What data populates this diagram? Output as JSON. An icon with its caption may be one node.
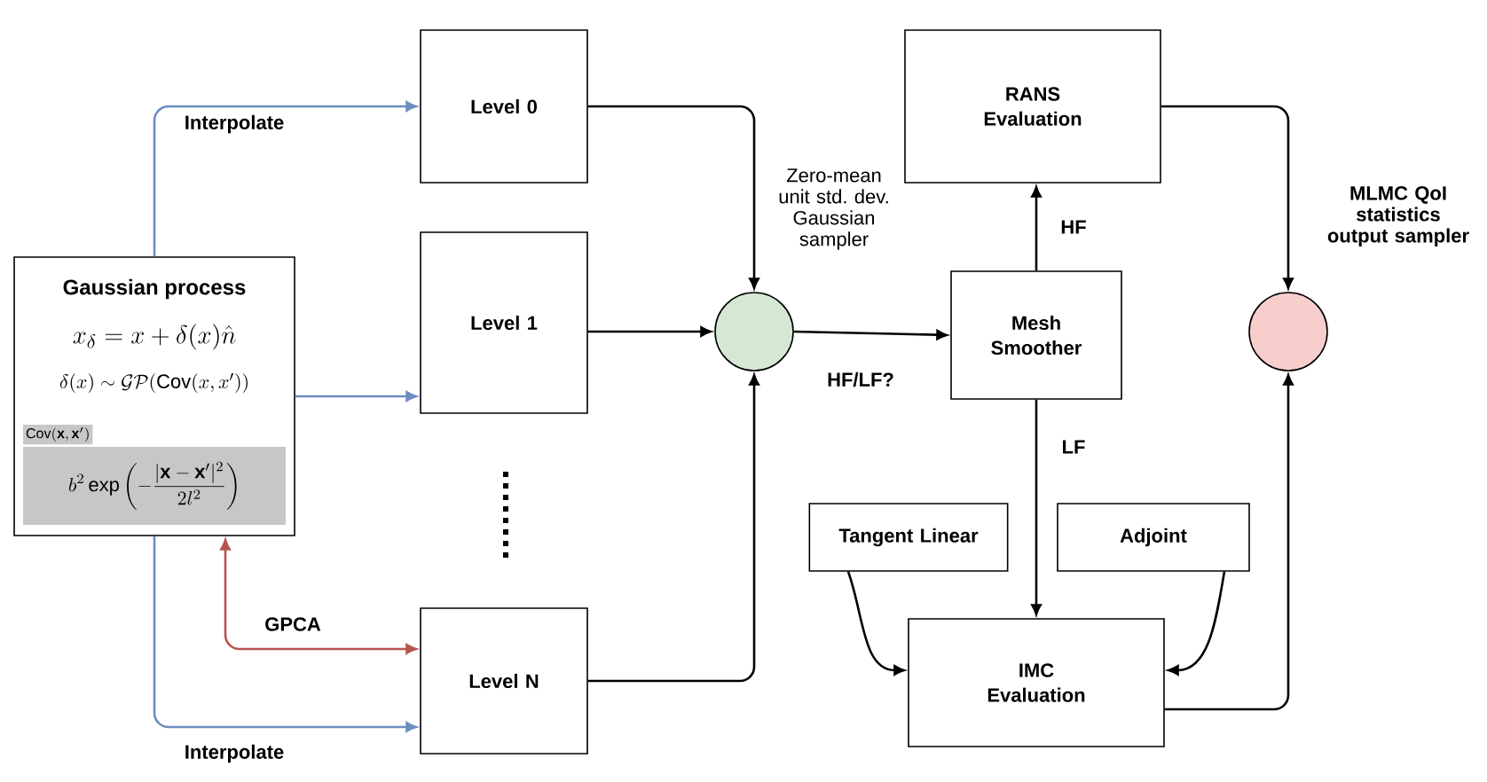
{
  "diagram": {
    "nodes": [
      {
        "text": [
          "Gaussian process",
          "x_\\delta = x + \\delta(x)\\hat{n}",
          "\\delta(x) \\sim \\mathcal{GP}(\\mathrm{Cov}(x,x'))"
        ]
      },
      {
        "text": [
          "\\mathrm{Cov}(\\mathbf{x},\\mathbf{x}')",
          "b^2\\exp\\left(-\\frac{|\\mathbf{x}-\\mathbf{x}'|^2}{2l^2}\\right)"
        ],
        "in": 0
      },
      {
        "text": [
          "Level 0"
        ]
      },
      {
        "text": [
          "Level 1"
        ]
      },
      {
        "text": [
          "Level N"
        ]
      },
      {
        "text": [],
        "shape": "circle"
      },
      {
        "text": [
          "RANS Evaluation"
        ]
      },
      {
        "text": [
          "Mesh Smoother"
        ]
      },
      {
        "text": [
          "Tangent Linear"
        ]
      },
      {
        "text": [
          "Adjoint"
        ]
      },
      {
        "text": [
          "IMC Evaluation"
        ]
      },
      {
        "text": [],
        "shape": "circle"
      }
    ],
    "labels": [
      "Zero-mean unit std. dev. Gaussian sampler",
      "MLMC QoI statistics output sampler"
    ],
    "edges": [
      {
        "from": 0,
        "to": 2,
        "arrow": "to",
        "label": "Interpolate",
        "color": "#6c8ebf"
      },
      {
        "from": 0,
        "to": 3,
        "arrow": "to",
        "color": "#6c8ebf"
      },
      {
        "from": 0,
        "to": 4,
        "arrow": "to",
        "label": "Interpolate",
        "color": "#6c8ebf"
      },
      {
        "from": 0,
        "to": 4,
        "arrow": "both",
        "label": "GPCA",
        "color": "#b85450"
      },
      {
        "from": 2,
        "to": 5,
        "arrow": "to"
      },
      {
        "from": 3,
        "to": 5,
        "arrow": "to"
      },
      {
        "from": 4,
        "to": 5,
        "arrow": "to"
      },
      {
        "from": 5,
        "to": 7,
        "arrow": "to",
        "label": "HF/LF?"
      },
      {
        "from": 7,
        "to": 6,
        "arrow": "to",
        "label": "HF"
      },
      {
        "from": 7,
        "to": 10,
        "arrow": "to",
        "label": "LF"
      },
      {
        "from": 8,
        "to": 10,
        "arrow": "to"
      },
      {
        "from": 9,
        "to": 10,
        "arrow": "to"
      },
      {
        "from": 10,
        "to": 11,
        "arrow": "to"
      },
      {
        "from": 6,
        "to": 11,
        "arrow": "to"
      }
    ]
  }
}
